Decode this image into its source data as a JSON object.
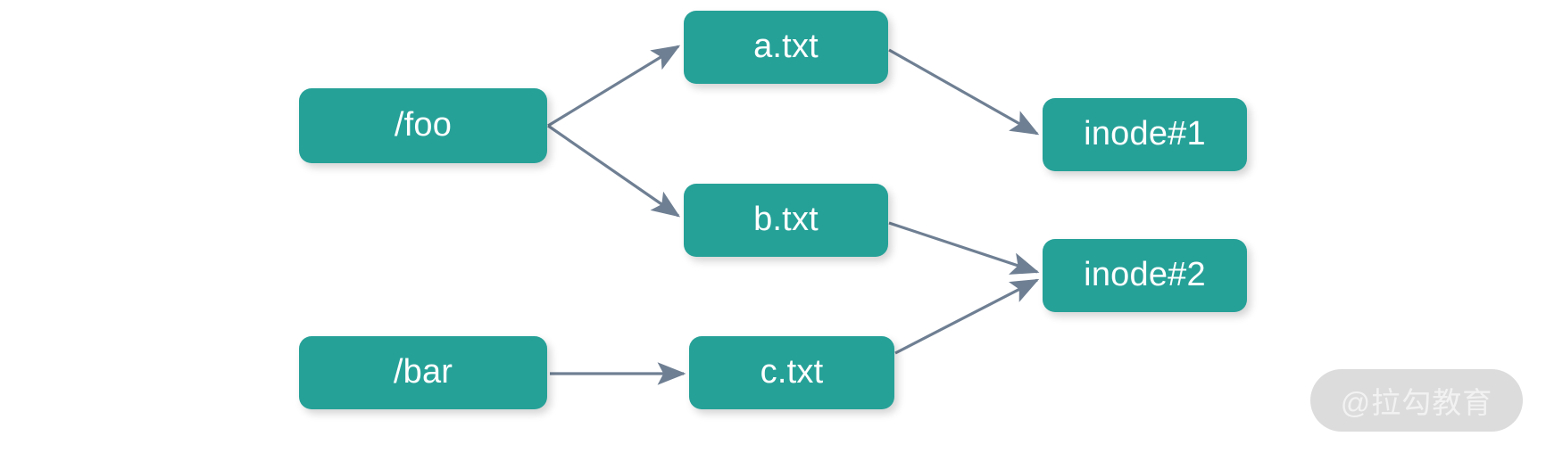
{
  "diagram": {
    "type": "hardlink-inode-graph",
    "background_color": "#ffffff",
    "node_color": "#26a198",
    "node_text_color": "#ffffff",
    "edge_color": "#6f7f93",
    "nodes": [
      {
        "id": "foo",
        "label": "/foo",
        "column": "directory"
      },
      {
        "id": "bar",
        "label": "/bar",
        "column": "directory"
      },
      {
        "id": "atxt",
        "label": "a.txt",
        "column": "filename"
      },
      {
        "id": "btxt",
        "label": "b.txt",
        "column": "filename"
      },
      {
        "id": "ctxt",
        "label": "c.txt",
        "column": "filename"
      },
      {
        "id": "inode1",
        "label": "inode#1",
        "column": "inode"
      },
      {
        "id": "inode2",
        "label": "inode#2",
        "column": "inode"
      }
    ],
    "edges": [
      {
        "from": "foo",
        "to": "atxt"
      },
      {
        "from": "foo",
        "to": "btxt"
      },
      {
        "from": "bar",
        "to": "ctxt"
      },
      {
        "from": "atxt",
        "to": "inode1"
      },
      {
        "from": "btxt",
        "to": "inode2"
      },
      {
        "from": "ctxt",
        "to": "inode2"
      }
    ]
  },
  "watermark": {
    "text": "@拉勾教育",
    "pill_color": "#dcdcdc",
    "text_color": "#f2f2f2"
  }
}
